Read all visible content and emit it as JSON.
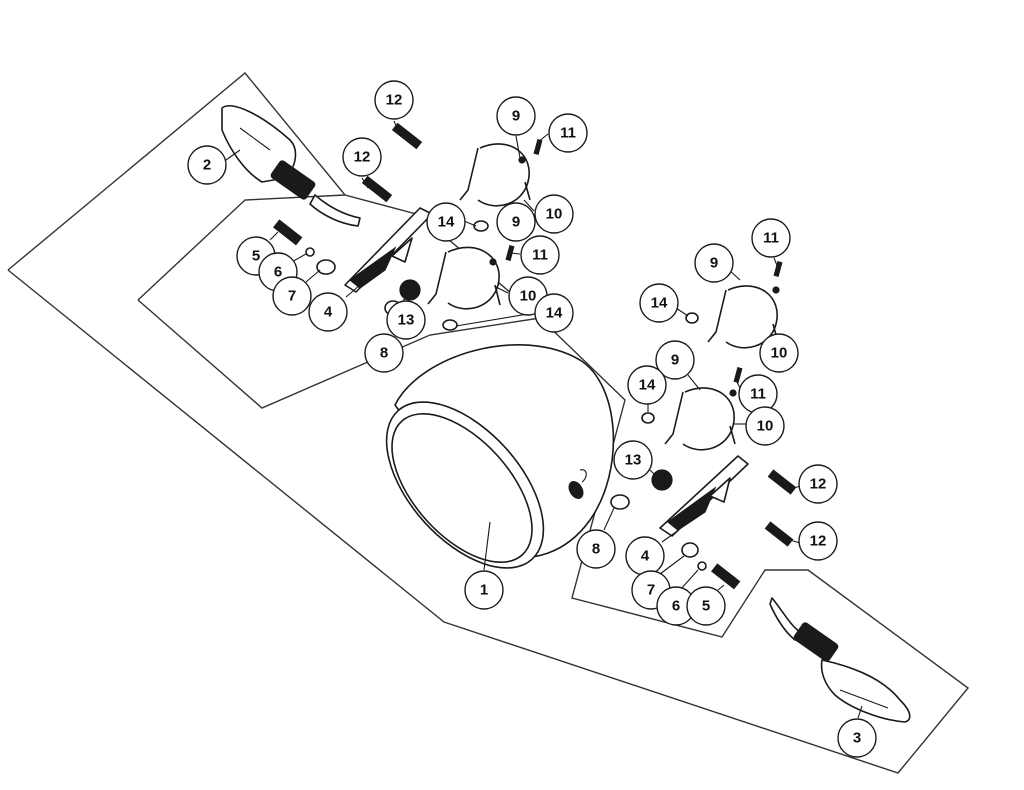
{
  "callouts": [
    {
      "label": "12"
    },
    {
      "label": "12"
    },
    {
      "label": "9"
    },
    {
      "label": "11"
    },
    {
      "label": "2"
    },
    {
      "label": "10"
    },
    {
      "label": "14"
    },
    {
      "label": "9"
    },
    {
      "label": "11"
    },
    {
      "label": "5"
    },
    {
      "label": "6"
    },
    {
      "label": "7"
    },
    {
      "label": "4"
    },
    {
      "label": "13"
    },
    {
      "label": "10"
    },
    {
      "label": "14"
    },
    {
      "label": "8"
    },
    {
      "label": "11"
    },
    {
      "label": "9"
    },
    {
      "label": "14"
    },
    {
      "label": "10"
    },
    {
      "label": "9"
    },
    {
      "label": "14"
    },
    {
      "label": "11"
    },
    {
      "label": "10"
    },
    {
      "label": "13"
    },
    {
      "label": "12"
    },
    {
      "label": "12"
    },
    {
      "label": "8"
    },
    {
      "label": "4"
    },
    {
      "label": "7"
    },
    {
      "label": "6"
    },
    {
      "label": "5"
    },
    {
      "label": "1"
    },
    {
      "label": "3"
    }
  ],
  "colors": {
    "line": "#1a1a1a",
    "background": "#ffffff"
  }
}
